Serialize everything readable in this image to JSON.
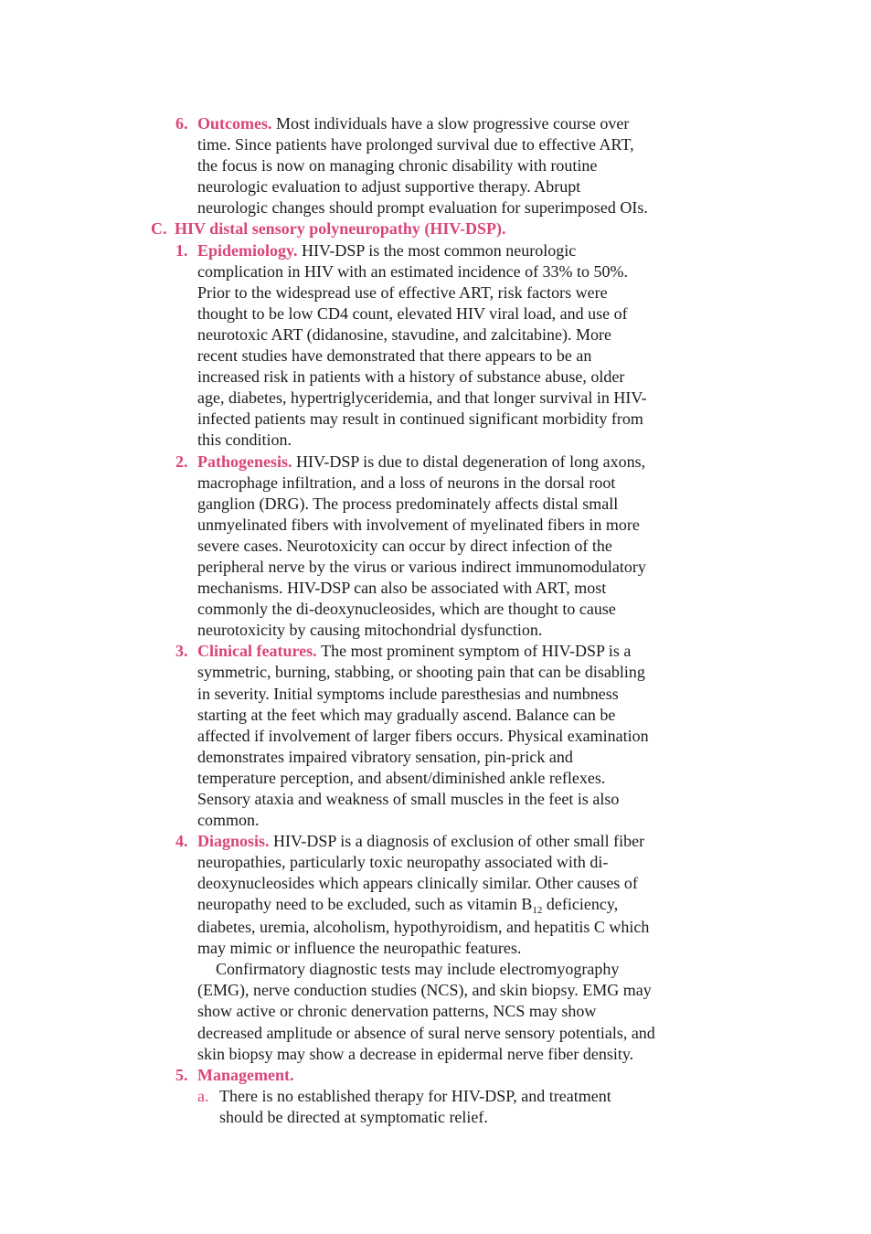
{
  "colors": {
    "accent": "#d9457b",
    "text": "#1b1b1b"
  },
  "outcomes": {
    "number": "6.",
    "heading": "Outcomes.",
    "lines": [
      "Most individuals have a slow progressive course over",
      "time. Since patients have prolonged survival due to effective ART,",
      "the focus is now on managing chronic disability with routine",
      "neurologic evaluation to adjust supportive therapy. Abrupt",
      "neurologic changes should prompt evaluation for superimposed OIs."
    ]
  },
  "section_c": {
    "letter": "C.",
    "heading": "HIV distal sensory polyneuropathy (HIV-DSP).",
    "items": [
      {
        "number": "1.",
        "heading": "Epidemiology.",
        "lines": [
          "HIV-DSP is the most common neurologic",
          "complication in HIV with an estimated incidence of 33% to 50%.",
          "Prior to the widespread use of effective ART, risk factors were",
          "thought to be low CD4 count, elevated HIV viral load, and use of",
          "neurotoxic ART (didanosine, stavudine, and zalcitabine). More",
          "recent studies have demonstrated that there appears to be an",
          "increased risk in patients with a history of substance abuse, older",
          "age, diabetes, hypertriglyceridemia, and that longer survival in HIV-",
          "infected patients may result in continued significant morbidity from",
          "this condition."
        ]
      },
      {
        "number": "2.",
        "heading": "Pathogenesis.",
        "lines": [
          "HIV-DSP is due to distal degeneration of long axons,",
          "macrophage infiltration, and a loss of neurons in the dorsal root",
          "ganglion (DRG). The process predominately affects distal small",
          "unmyelinated fibers with involvement of myelinated fibers in more",
          "severe cases. Neurotoxicity can occur by direct infection of the",
          "peripheral nerve by the virus or various indirect immunomodulatory",
          "mechanisms. HIV-DSP can also be associated with ART, most",
          "commonly the di-deoxynucleosides, which are thought to cause",
          "neurotoxicity by causing mitochondrial dysfunction."
        ]
      },
      {
        "number": "3.",
        "heading": "Clinical features.",
        "lines": [
          "The most prominent symptom of HIV-DSP is a",
          "symmetric, burning, stabbing, or shooting pain that can be disabling",
          "in severity. Initial symptoms include paresthesias and numbness",
          "starting at the feet which may gradually ascend. Balance can be",
          "affected if involvement of larger fibers occurs. Physical examination",
          "demonstrates impaired vibratory sensation, pin-prick and",
          "temperature perception, and absent/diminished ankle reflexes.",
          "Sensory ataxia and weakness of small muscles in the feet is also",
          "common."
        ]
      },
      {
        "number": "4.",
        "heading": "Diagnosis.",
        "lines": [
          "HIV-DSP is a diagnosis of exclusion of other small fiber",
          "neuropathies, particularly toxic neuropathy associated with di-",
          "deoxynucleosides which appears clinically similar. Other causes of",
          {
            "before": "neuropathy need to be excluded, such as vitamin B",
            "sub": "12",
            "after": " deficiency,"
          },
          "diabetes, uremia, alcoholism, hypothyroidism, and hepatitis C which",
          "may mimic or influence the neuropathic features."
        ],
        "paragraph2": [
          "Confirmatory diagnostic tests may include electromyography",
          "(EMG), nerve conduction studies (NCS), and skin biopsy. EMG may",
          "show active or chronic denervation patterns, NCS may show",
          "decreased amplitude or absence of sural nerve sensory potentials, and",
          "skin biopsy may show a decrease in epidermal nerve fiber density."
        ]
      },
      {
        "number": "5.",
        "heading": "Management.",
        "subitems": [
          {
            "letter": "a.",
            "lines": [
              "There is no established therapy for HIV-DSP, and treatment",
              "should be directed at symptomatic relief."
            ]
          }
        ]
      }
    ]
  }
}
